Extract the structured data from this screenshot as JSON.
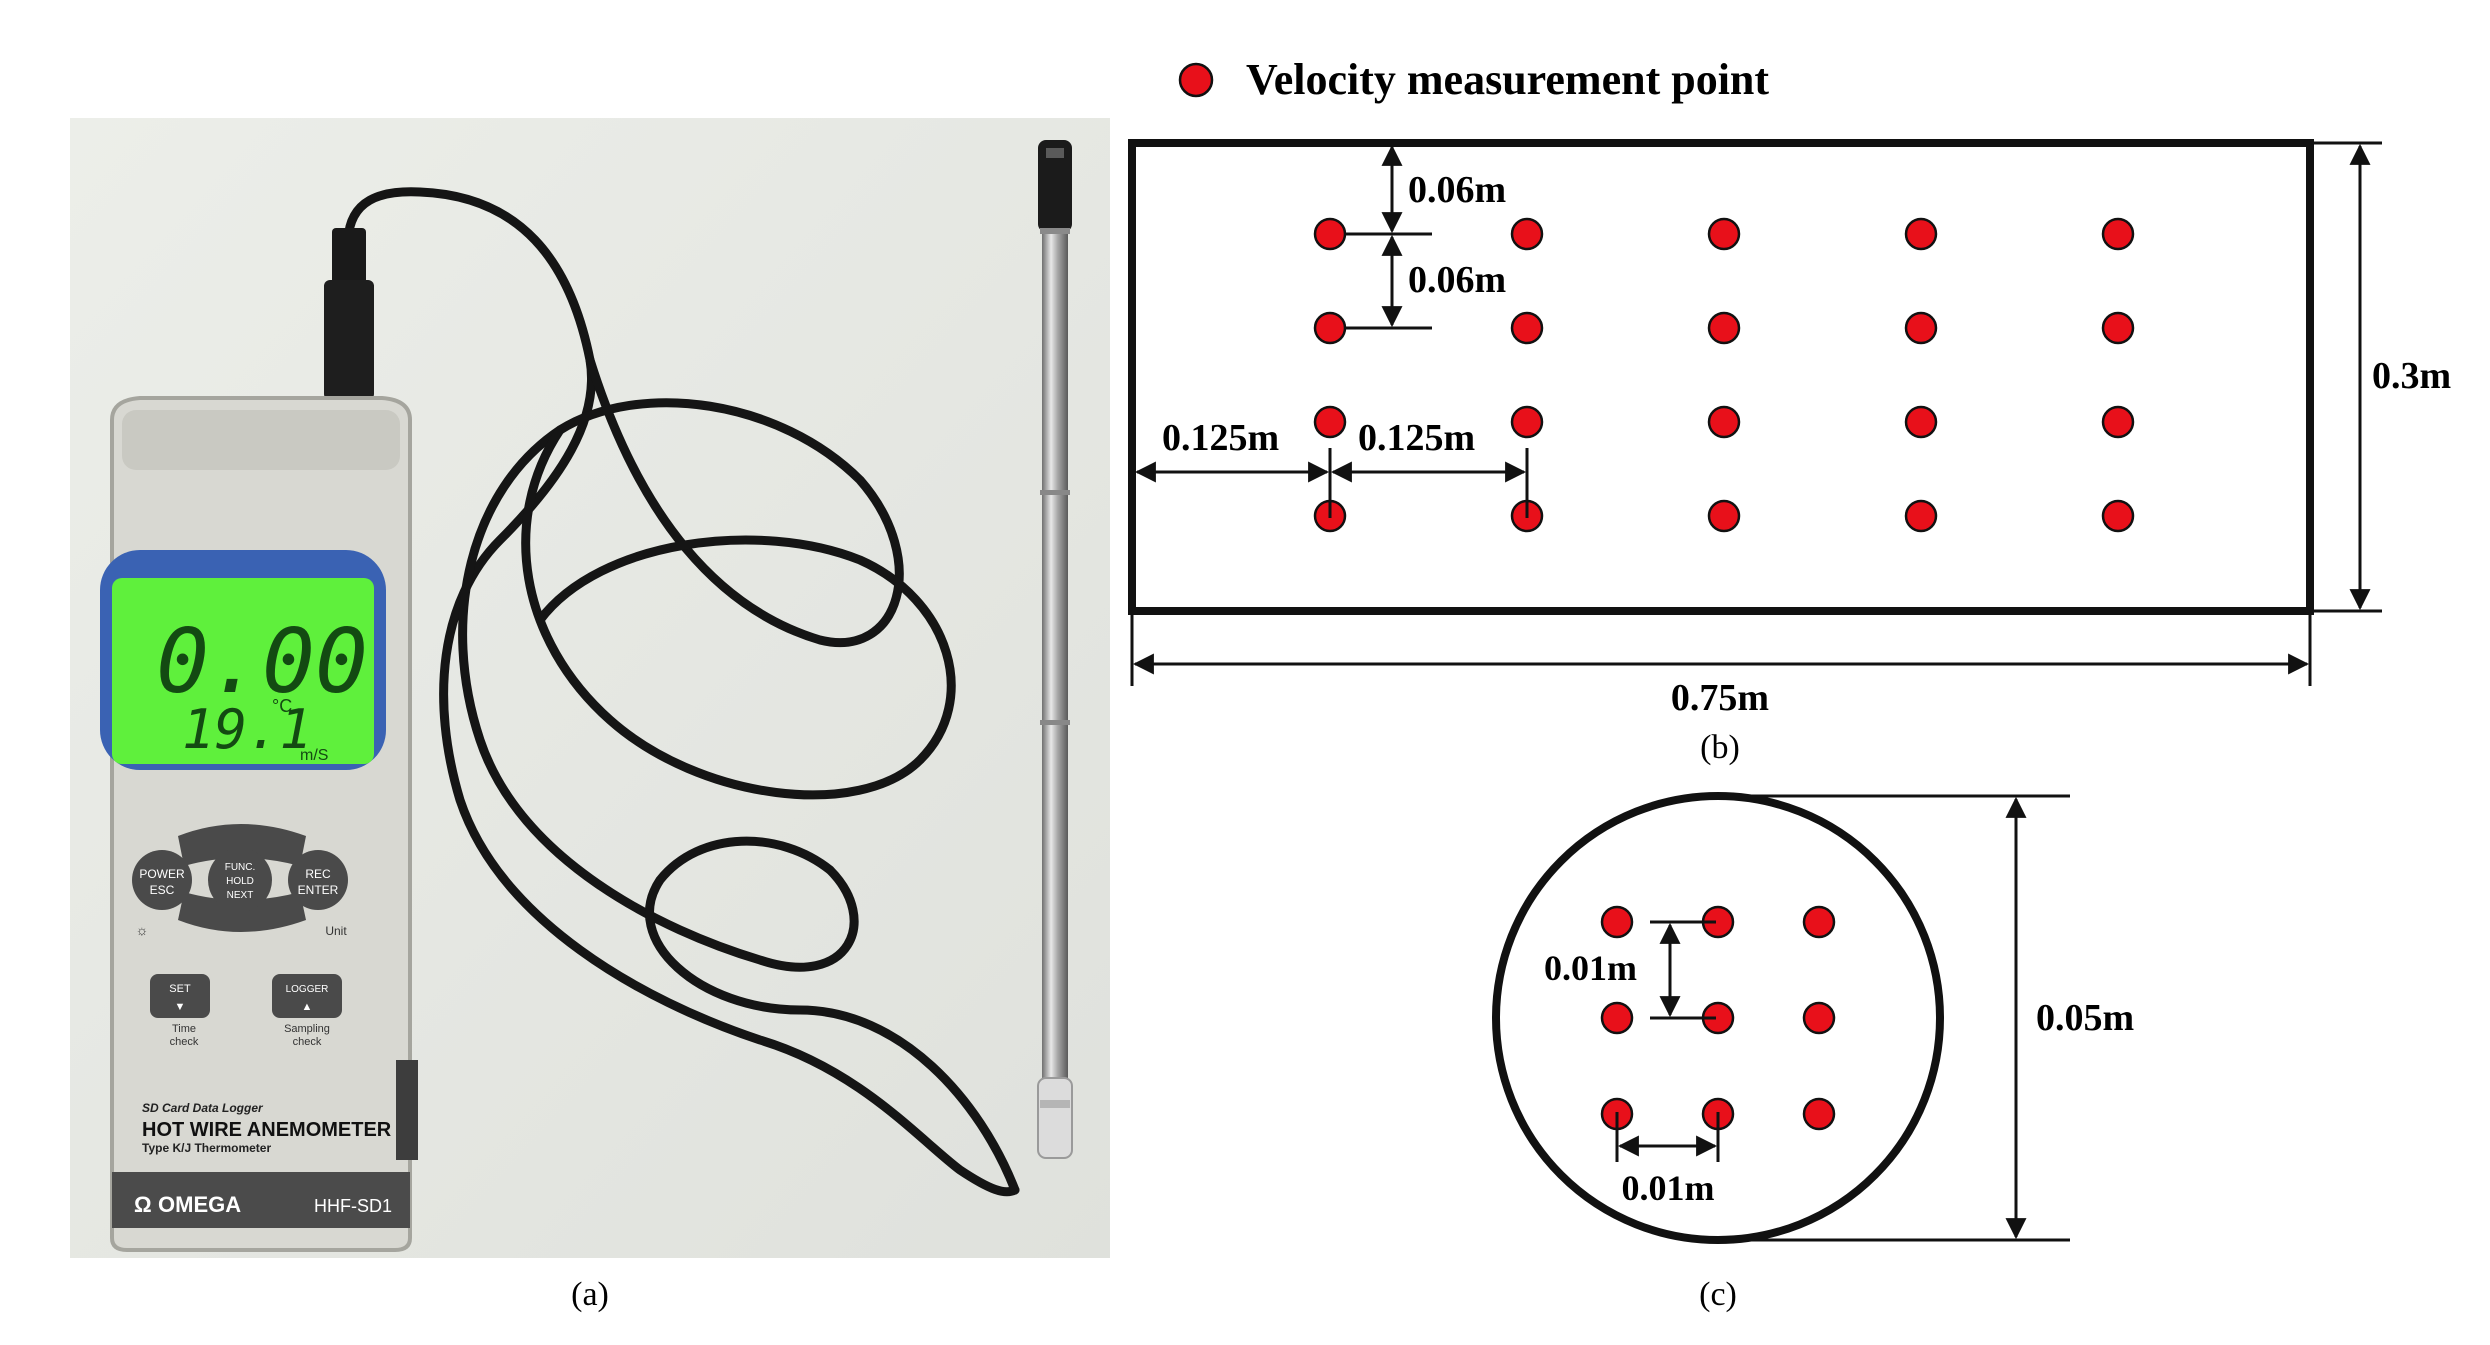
{
  "colors": {
    "point": "#e8101a",
    "line": "#111111",
    "lcd_green": "#5ff03c",
    "device_body": "#d7d7d1",
    "lcd_frame": "#3b63b4",
    "photo_bg": "#e9ebe6"
  },
  "legend": {
    "label": "Velocity measurement point"
  },
  "panel_a": {
    "caption": "(a)",
    "device": {
      "display_value": "0.00",
      "display_temp": "19.1",
      "temp_unit": "°C",
      "speed_unit": "m/S",
      "btn_power": "POWER",
      "btn_esc": "ESC",
      "btn_func": "FUNC.",
      "btn_hold": "HOLD",
      "btn_next": "NEXT",
      "btn_rec": "REC",
      "btn_enter": "ENTER",
      "unit_label": "Unit",
      "btn_set": "SET",
      "set_caption_1": "Time",
      "set_caption_2": "check",
      "btn_logger": "LOGGER",
      "logger_caption_1": "Sampling",
      "logger_caption_2": "check",
      "model_line1": "SD Card Data Logger",
      "model_line2": "HOT WIRE ANEMOMETER",
      "model_line3": "Type K/J Thermometer",
      "brand": "OMEGA",
      "model": "HHF-SD1"
    }
  },
  "panel_b": {
    "caption": "(b)",
    "dim_top_gap": "0.06m",
    "dim_row_gap": "0.06m",
    "dim_left_gap": "0.125m",
    "dim_col_gap": "0.125m",
    "dim_height": "0.3m",
    "dim_width": "0.75m",
    "rows": 4,
    "cols": 5
  },
  "panel_c": {
    "caption": "(c)",
    "dim_row_gap": "0.01m",
    "dim_col_gap": "0.01m",
    "dim_diameter": "0.05m",
    "rows": 3,
    "cols": 3
  }
}
